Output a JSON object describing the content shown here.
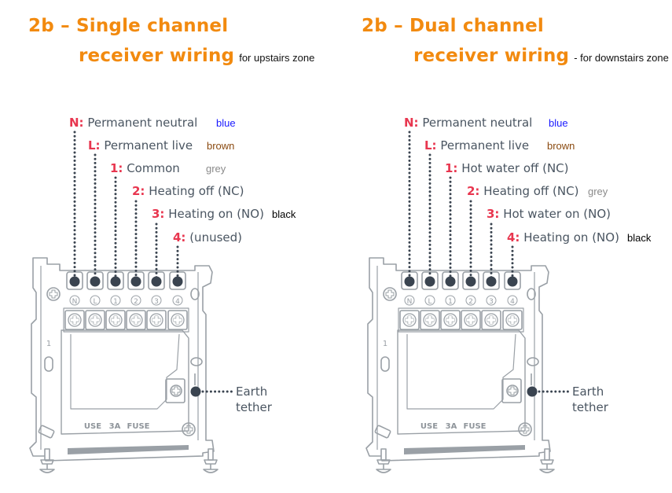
{
  "panels": [
    {
      "id": "single",
      "title_line1": "2b – Single channel",
      "title_line2": "receiver wiring",
      "subtitle": "for upstairs zone",
      "terminals": [
        {
          "key": "N:",
          "label": "Permanent neutral",
          "note": "blue",
          "note_color": "#1a1aff"
        },
        {
          "key": "L:",
          "label": "Permanent live",
          "note": "brown",
          "note_color": "#8a4a10"
        },
        {
          "key": "1:",
          "label": "Common",
          "note": "grey",
          "note_color": "#8a8a8a"
        },
        {
          "key": "2:",
          "label": "Heating off (NC)",
          "note": "",
          "note_color": ""
        },
        {
          "key": "3:",
          "label": "Heating on (NO)",
          "note": "black",
          "note_color": "#000000"
        },
        {
          "key": "4:",
          "label": "(unused)",
          "note": "",
          "note_color": ""
        }
      ],
      "terminal_markings": [
        "N",
        "L",
        "1",
        "2",
        "3",
        "4"
      ],
      "fuse_text": [
        "USE",
        "3A",
        "FUSE"
      ],
      "side_mark": "1",
      "earth_label_line1": "Earth",
      "earth_label_line2": "tether"
    },
    {
      "id": "dual",
      "title_line1": "2b –  Dual channel",
      "title_line2": "receiver wiring",
      "subtitle": "- for downstairs zone",
      "terminals": [
        {
          "key": "N:",
          "label": "Permanent neutral",
          "note": "blue",
          "note_color": "#1a1aff"
        },
        {
          "key": "L:",
          "label": "Permanent live",
          "note": "brown",
          "note_color": "#8a4a10"
        },
        {
          "key": "1:",
          "label": "Hot water off (NC)",
          "note": "",
          "note_color": ""
        },
        {
          "key": "2:",
          "label": "Heating off (NC)",
          "note": "grey",
          "note_color": "#8a8a8a"
        },
        {
          "key": "3:",
          "label": "Hot water on (NO)",
          "note": "",
          "note_color": ""
        },
        {
          "key": "4:",
          "label": "Heating on (NO)",
          "note": "black",
          "note_color": "#000000"
        }
      ],
      "terminal_markings": [
        "N",
        "L",
        "1",
        "2",
        "3",
        "4"
      ],
      "fuse_text": [
        "USE",
        "3A",
        "FUSE"
      ],
      "side_mark": "1",
      "earth_label_line1": "Earth",
      "earth_label_line2": "tether"
    }
  ],
  "colors": {
    "title_orange": "#f28a0f",
    "key_red": "#e8364f",
    "label_slate": "#4a5561",
    "dot_dark": "#3a4450",
    "outline_grey": "#9aa0a6"
  }
}
